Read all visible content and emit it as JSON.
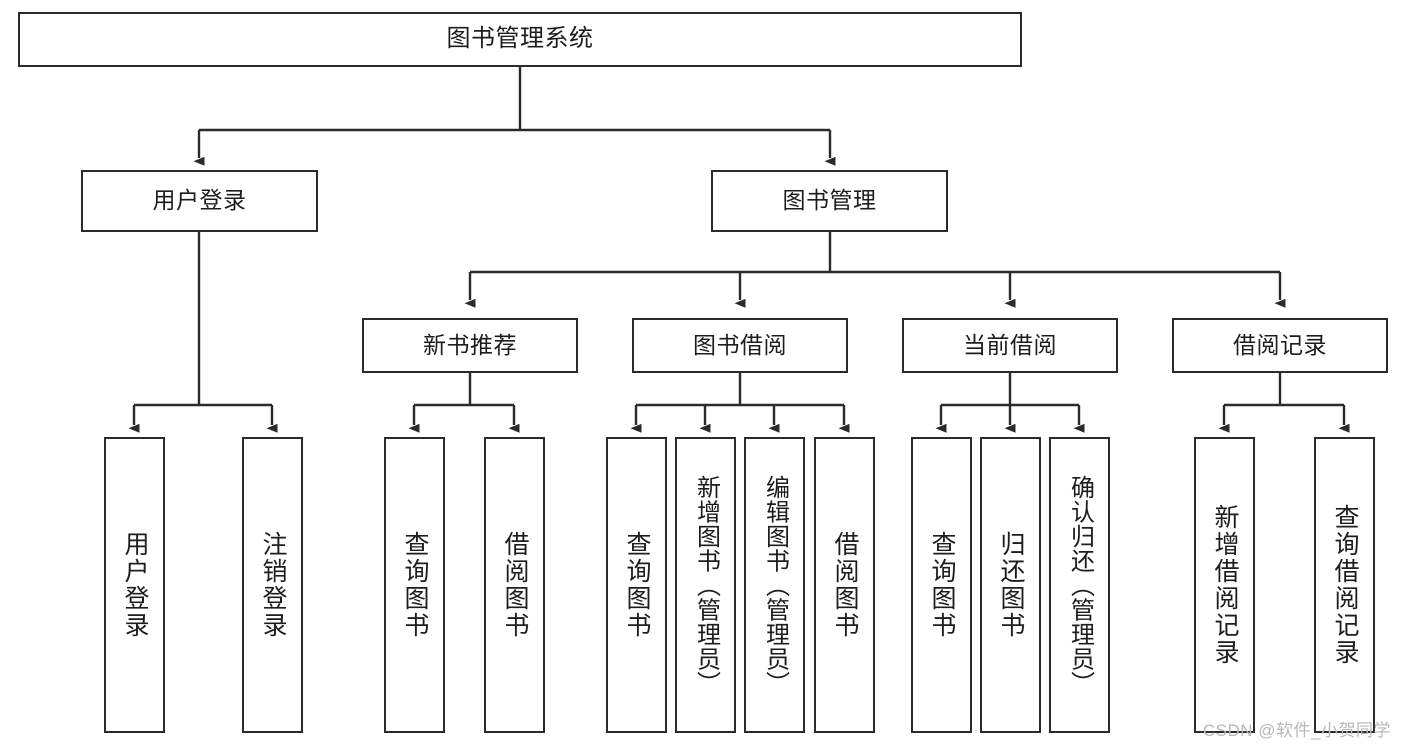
{
  "diagram": {
    "title": "图书管理系统",
    "watermark": "CSDN @软件_小贺同学",
    "colors": {
      "box_border": "#2b2b2b",
      "box_fill": "#ffffff",
      "line": "#2b2b2b",
      "text": "#1d1d1d",
      "watermark": "#b9b9b9"
    },
    "nodes": {
      "root": {
        "label": "图书管理系统"
      },
      "level1": [
        {
          "id": "user-login",
          "label": "用户登录"
        },
        {
          "id": "book-manage",
          "label": "图书管理"
        }
      ],
      "level2": [
        {
          "id": "new-book-recommend",
          "label": "新书推荐"
        },
        {
          "id": "book-borrow",
          "label": "图书借阅"
        },
        {
          "id": "current-borrow",
          "label": "当前借阅"
        },
        {
          "id": "borrow-record",
          "label": "借阅记录"
        }
      ],
      "leaves": [
        {
          "id": "leaf-user-login",
          "label": "用户登录",
          "parent": "user-login"
        },
        {
          "id": "leaf-logout",
          "label": "注销登录",
          "parent": "user-login"
        },
        {
          "id": "leaf-query-book-1",
          "label": "查询图书",
          "parent": "new-book-recommend"
        },
        {
          "id": "leaf-borrow-book-1",
          "label": "借阅图书",
          "parent": "new-book-recommend"
        },
        {
          "id": "leaf-query-book-2",
          "label": "查询图书",
          "parent": "book-borrow"
        },
        {
          "id": "leaf-add-book",
          "label": "新增图书（管理员）",
          "parent": "book-borrow"
        },
        {
          "id": "leaf-edit-book",
          "label": "编辑图书（管理员）",
          "parent": "book-borrow"
        },
        {
          "id": "leaf-borrow-book-2",
          "label": "借阅图书",
          "parent": "book-borrow"
        },
        {
          "id": "leaf-query-book-3",
          "label": "查询图书",
          "parent": "current-borrow"
        },
        {
          "id": "leaf-return-book",
          "label": "归还图书",
          "parent": "current-borrow"
        },
        {
          "id": "leaf-confirm-return",
          "label": "确认归还（管理员）",
          "parent": "current-borrow"
        },
        {
          "id": "leaf-add-record",
          "label": "新增借阅记录",
          "parent": "borrow-record"
        },
        {
          "id": "leaf-query-record",
          "label": "查询借阅记录",
          "parent": "borrow-record"
        }
      ]
    }
  }
}
